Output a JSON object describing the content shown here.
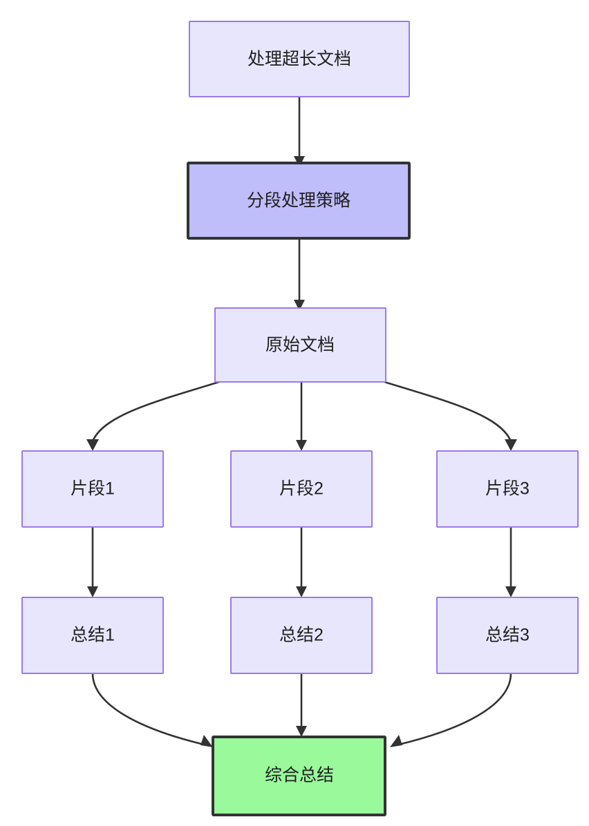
{
  "diagram": {
    "type": "flowchart",
    "direction": "top-down",
    "background_color": "#ffffff",
    "colors": {
      "node_fill": "#e8e6fd",
      "node_stroke": "#9a7ae8",
      "highlight_fill": "#bfbdfa",
      "highlight_stroke": "#333333",
      "result_fill": "#99f99b",
      "result_stroke": "#333333",
      "edge_stroke": "#333333",
      "text_color": "#1f1f1f"
    },
    "nodes": [
      {
        "id": "root",
        "label": "处理超长文档",
        "style": "default"
      },
      {
        "id": "strategy",
        "label": "分段处理策略",
        "style": "highlight"
      },
      {
        "id": "source",
        "label": "原始文档",
        "style": "default"
      },
      {
        "id": "chunk1",
        "label": "片段1",
        "style": "default"
      },
      {
        "id": "chunk2",
        "label": "片段2",
        "style": "default"
      },
      {
        "id": "chunk3",
        "label": "片段3",
        "style": "default"
      },
      {
        "id": "summary1",
        "label": "总结1",
        "style": "default"
      },
      {
        "id": "summary2",
        "label": "总结2",
        "style": "default"
      },
      {
        "id": "summary3",
        "label": "总结3",
        "style": "default"
      },
      {
        "id": "final",
        "label": "综合总结",
        "style": "result"
      }
    ],
    "edges": [
      {
        "from": "root",
        "to": "strategy",
        "shape": "straight"
      },
      {
        "from": "strategy",
        "to": "source",
        "shape": "straight"
      },
      {
        "from": "source",
        "to": "chunk1",
        "shape": "curved"
      },
      {
        "from": "source",
        "to": "chunk2",
        "shape": "straight"
      },
      {
        "from": "source",
        "to": "chunk3",
        "shape": "curved"
      },
      {
        "from": "chunk1",
        "to": "summary1",
        "shape": "straight"
      },
      {
        "from": "chunk2",
        "to": "summary2",
        "shape": "straight"
      },
      {
        "from": "chunk3",
        "to": "summary3",
        "shape": "straight"
      },
      {
        "from": "summary1",
        "to": "final",
        "shape": "curved"
      },
      {
        "from": "summary2",
        "to": "final",
        "shape": "straight"
      },
      {
        "from": "summary3",
        "to": "final",
        "shape": "curved"
      }
    ]
  }
}
